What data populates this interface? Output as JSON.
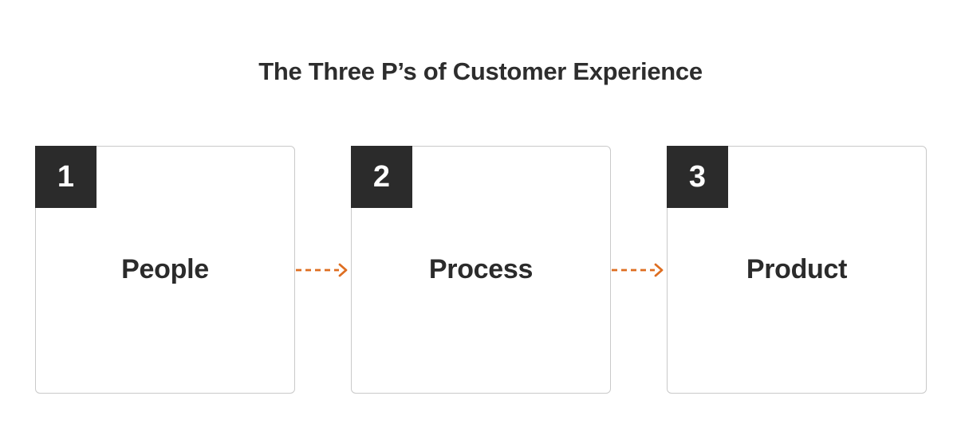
{
  "diagram": {
    "title": "The Three P’s of Customer Experience",
    "steps": [
      {
        "number": "1",
        "label": "People"
      },
      {
        "number": "2",
        "label": "Process"
      },
      {
        "number": "3",
        "label": "Product"
      }
    ],
    "connector_style": "dashed-arrow-right"
  },
  "colors": {
    "background": "#ffffff",
    "title_text": "#2d2d2d",
    "label_text": "#2b2b2b",
    "box_bg": "#ffffff",
    "box_border": "#c9c9c9",
    "badge_bg": "#2b2b2b",
    "badge_text": "#ffffff",
    "arrow": "#de6e21"
  }
}
